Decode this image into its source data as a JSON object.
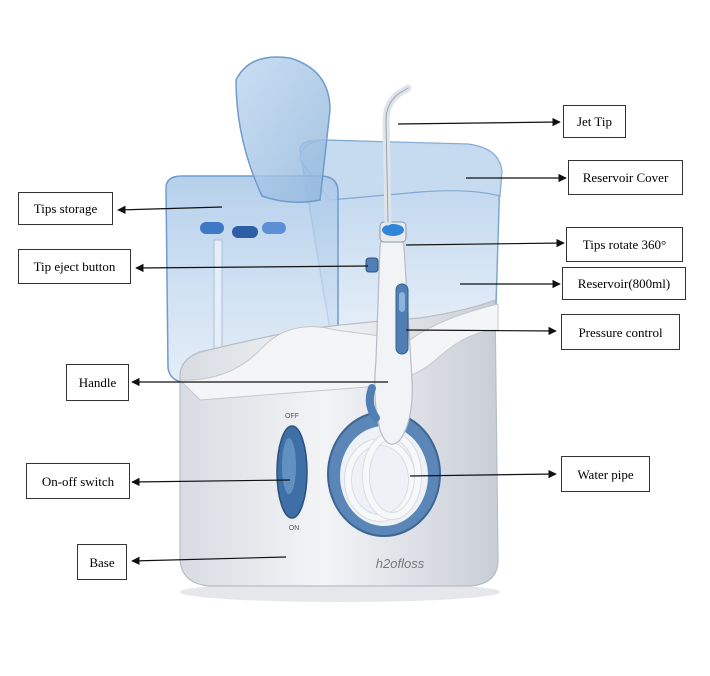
{
  "brand_mark": "h2ofloss",
  "switch_labels": {
    "off": "OFF",
    "on": "ON"
  },
  "labels": {
    "jet_tip": "Jet Tip",
    "reservoir_cover": "Reservoir Cover",
    "tips_storage": "Tips storage",
    "tips_rotate": "Tips rotate 360°",
    "tip_eject_button": "Tip eject button",
    "reservoir": "Reservoir(800ml)",
    "pressure_control": "Pressure control",
    "handle": "Handle",
    "on_off_switch": "On-off switch",
    "water_pipe": "Water pipe",
    "base": "Base"
  },
  "colors": {
    "device_body": "#e7eaee",
    "reservoir_tint": "#bcd6ef",
    "accent_blue": "#4f7fb4",
    "leader_line": "#111111"
  }
}
